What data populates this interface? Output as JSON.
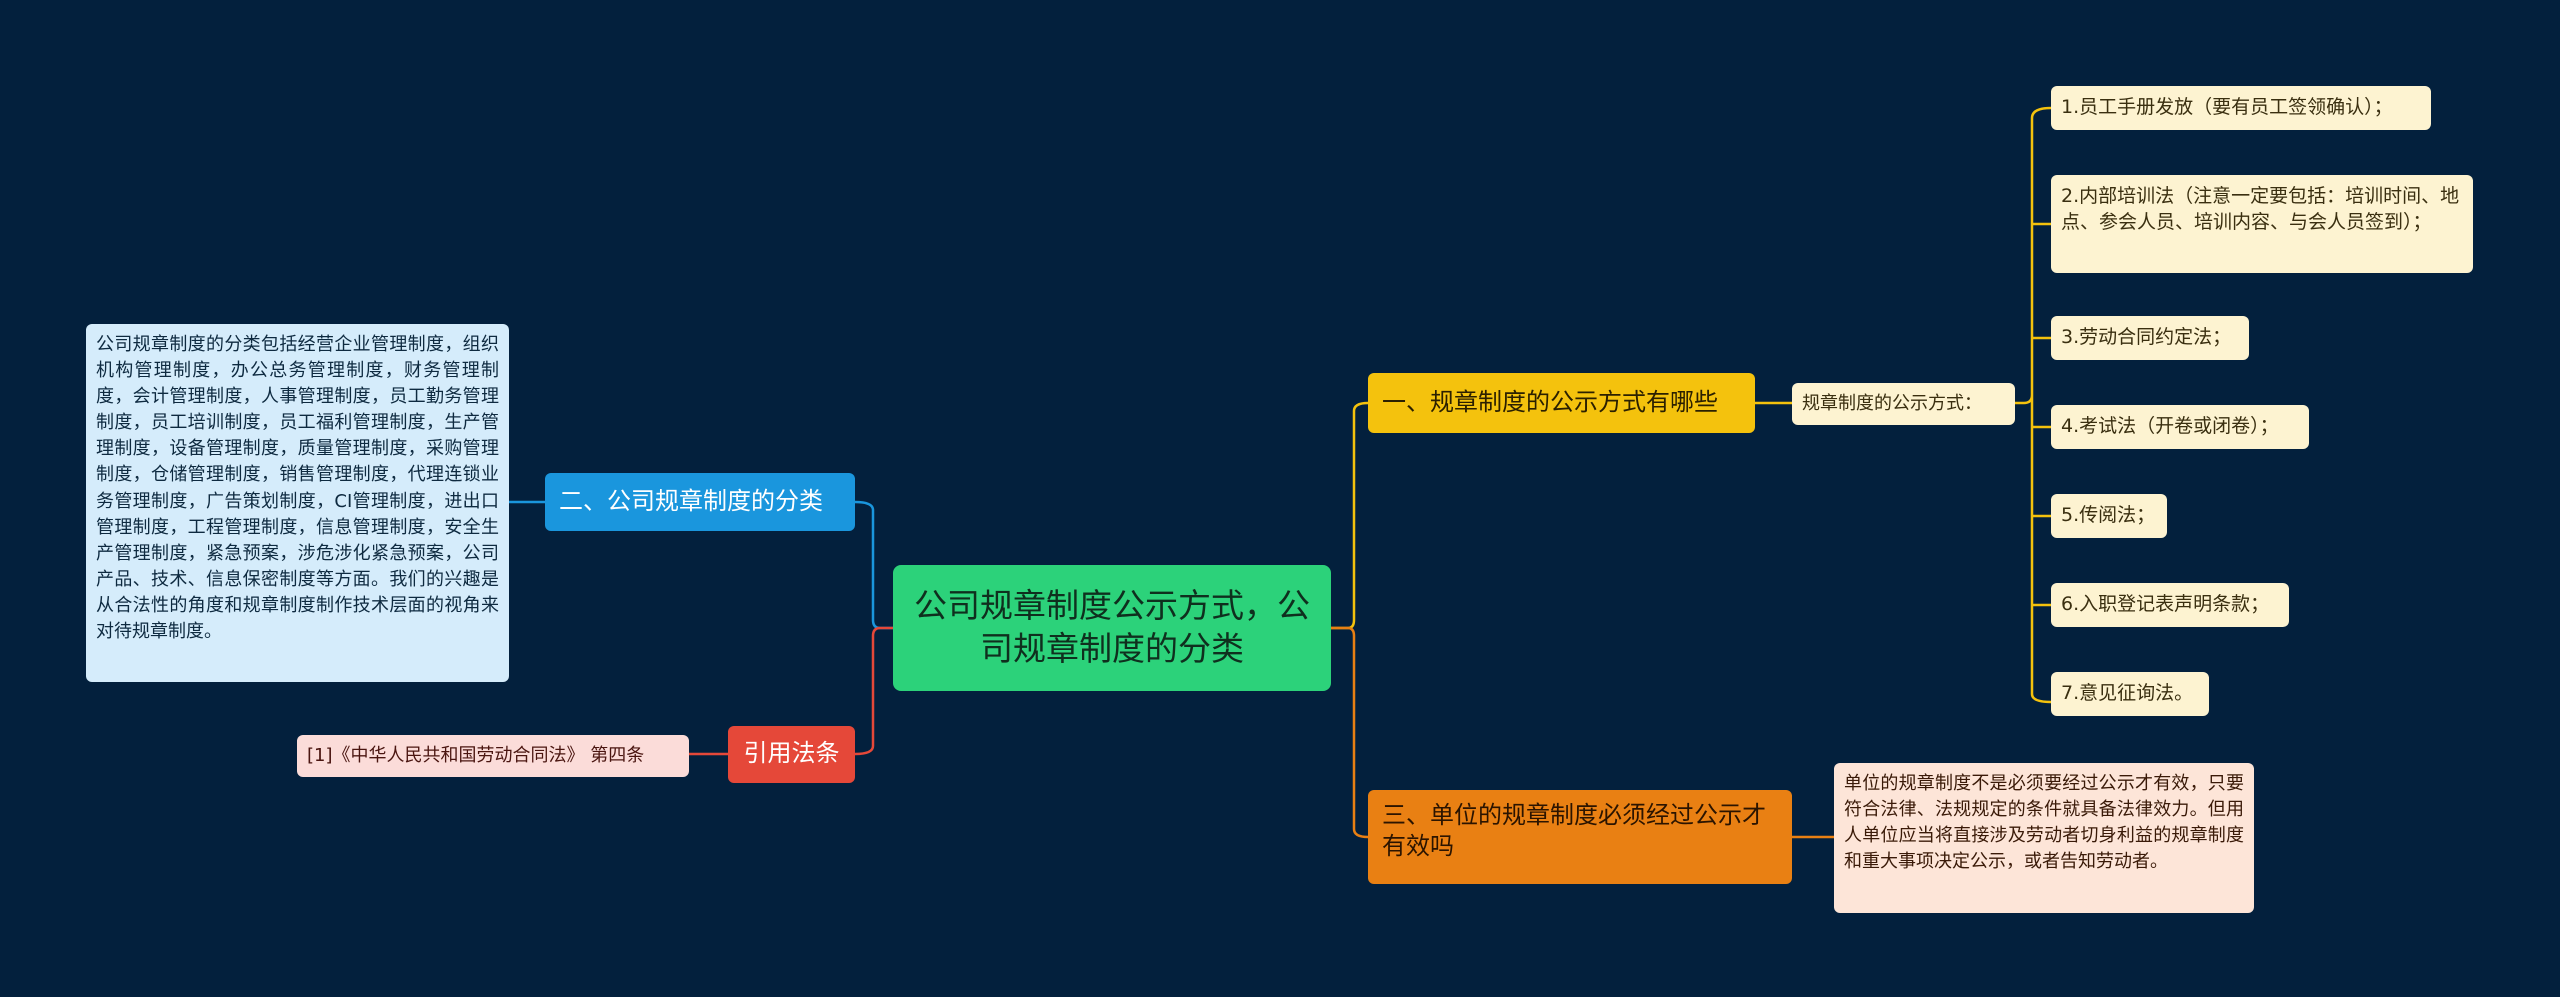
{
  "colors": {
    "background": "#03203d",
    "central": "#2cd27a",
    "branch_yellow": "#f4c20d",
    "branch_blue": "#1a96dd",
    "branch_orange": "#e98013",
    "branch_red": "#e54839",
    "leaf_yellow": "#fdf3d1",
    "leaf_blue": "#d5ecfb",
    "leaf_orange": "#fde5d8",
    "leaf_red": "#fbdcd9"
  },
  "central_topic": "公司规章制度公示方式，公司规章制度的分类",
  "branches": {
    "publicity": {
      "title": "一、规章制度的公示方式有哪些",
      "subtitle": "规章制度的公示方式：",
      "items": [
        "1.员工手册发放（要有员工签领确认）；",
        "2.内部培训法（注意一定要包括：培训时间、地点、参会人员、培训内容、与会人员签到）；",
        "3.劳动合同约定法；",
        "4.考试法（开卷或闭卷）；",
        "5.传阅法；",
        "6.入职登记表声明条款；",
        "7.意见征询法。"
      ]
    },
    "classification": {
      "title": "二、公司规章制度的分类",
      "detail": "公司规章制度的分类包括经营企业管理制度，组织机构管理制度，办公总务管理制度，财务管理制度，会计管理制度，人事管理制度，员工勤务管理制度，员工培训制度，员工福利管理制度，生产管理制度，设备管理制度，质量管理制度，采购管理制度，仓储管理制度，销售管理制度，代理连锁业务管理制度，广告策划制度，CI管理制度，进出口管理制度，工程管理制度，信息管理制度，安全生产管理制度，紧急预案，涉危涉化紧急预案，公司产品、技术、信息保密制度等方面。我们的兴趣是从合法性的角度和规章制度制作技术层面的视角来对待规章制度。"
    },
    "must_publicize": {
      "title": "三、单位的规章制度必须经过公示才有效吗",
      "detail": "单位的规章制度不是必须要经过公示才有效，只要符合法律、法规规定的条件就具备法律效力。但用人单位应当将直接涉及劳动者切身利益的规章制度和重大事项决定公示，或者告知劳动者。"
    },
    "citation": {
      "title": "引用法条",
      "reference": "[1]《中华人民共和国劳动合同法》 第四条"
    }
  }
}
